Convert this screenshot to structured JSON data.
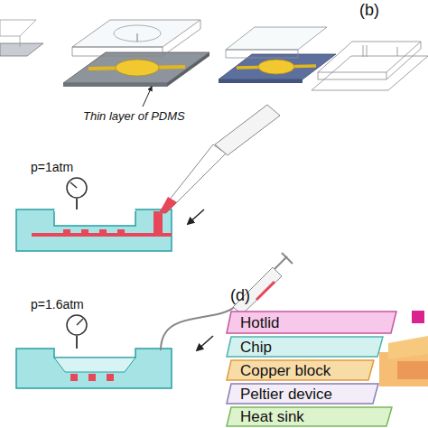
{
  "diagram": {
    "nodes": [
      {
        "text": [
          "Hotlid"
        ]
      },
      {
        "text": [
          "Chip"
        ]
      },
      {
        "text": [
          "Copper block"
        ]
      },
      {
        "text": [
          "Peltier device"
        ]
      },
      {
        "text": [
          "Heat sink"
        ]
      }
    ],
    "labels": [
      "(b)",
      "Thin layer of PDMS",
      "p=1atm",
      "p=1.6atm",
      "(d)"
    ]
  }
}
